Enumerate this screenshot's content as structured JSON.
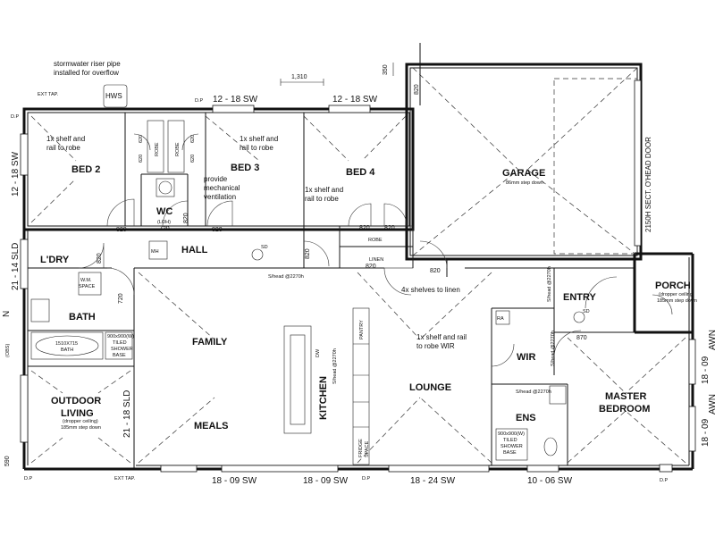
{
  "notes": {
    "stormwater": [
      "stormwater riser pipe",
      "installed for overflow"
    ],
    "ext_tap": "EXT TAP.",
    "hws": "HWS",
    "dp": "D.P",
    "bed2_shelf": [
      "1x shelf and",
      "rail to robe"
    ],
    "bed3_shelf": [
      "1x shelf and",
      "rail to robe"
    ],
    "bed4_shelf": [
      "1x shelf and",
      "rail to robe"
    ],
    "wc_vent": [
      "provide",
      "mechanical",
      "ventilation"
    ],
    "wir_shelf": [
      "1x shelf and rail",
      "to robe WIR"
    ],
    "linen_shelves": "4x shelves to linen",
    "garage_step": "86mm step down",
    "porch_ceiling": [
      "(dropper ceiling)",
      "185mm step down"
    ],
    "outdoor_ceiling": [
      "(dropper ceiling)",
      "185mm step down"
    ],
    "wc_loh": "(LOH)",
    "shower_base": [
      "900x900(W)",
      "TILED",
      "SHOWER",
      "BASE"
    ],
    "bath_size": [
      "1510X715",
      "BATH"
    ],
    "shead": "S/head @2270h",
    "sd": "SD",
    "wm": [
      "W.M.",
      "SPACE"
    ],
    "garage_door": "2150H SECT. O'HEAD DOOR",
    "fridge": [
      "FRIDGE",
      "SPACE"
    ],
    "dw": "DW",
    "pantry": "PANTRY",
    "ra": "RA",
    "mh": "MH",
    "obs": "(OBS)"
  },
  "rooms": {
    "bed2": "BED 2",
    "bed3": "BED 3",
    "bed4": "BED 4",
    "wc": "WC",
    "garage": "GARAGE",
    "hall": "HALL",
    "laundry": "L'DRY",
    "bath": "BATH",
    "family": "FAMILY",
    "kitchen": "KITCHEN",
    "lounge": "LOUNGE",
    "entry": "ENTRY",
    "porch": "PORCH",
    "wir": "WIR",
    "ens": "ENS",
    "master": [
      "MASTER",
      "BEDROOM"
    ],
    "outdoor": [
      "OUTDOOR",
      "LIVING"
    ],
    "meals": "MEALS",
    "robe": "ROBE",
    "linen": "LINEN"
  },
  "windows": {
    "top1": "12 - 18 SW",
    "top2": "12 - 18 SW",
    "left1": "12 - 18 SW",
    "left2": "21 - 14 SLD",
    "left3": "21 - 18 SLD",
    "bottom1": "18 - 09 SW",
    "bottom2": "18 - 09 SW",
    "bottom3": "18 - 24 SW",
    "bottom4": "10 - 06 SW",
    "right1": "18 - 09",
    "right2": "18 - 09",
    "right1_suffix": "AWN",
    "right2_suffix": "AWN",
    "left_edge": "N"
  },
  "dims": {
    "d1310": "1,310",
    "d350": "350",
    "d820_top": "820",
    "d620a": "620",
    "d620b": "620",
    "d620c": "620",
    "d620d": "620",
    "d720": "720",
    "d720b": "720",
    "d820_bed2": "820",
    "d820_wc": "820",
    "d820_bed3": "820",
    "d820_ldry": "820",
    "d820_bed4a": "820",
    "d820_bed4b": "820",
    "d820_linen": "820",
    "d820_hall": "820",
    "d820_entry": "820",
    "d870": "870",
    "d590": "590"
  }
}
